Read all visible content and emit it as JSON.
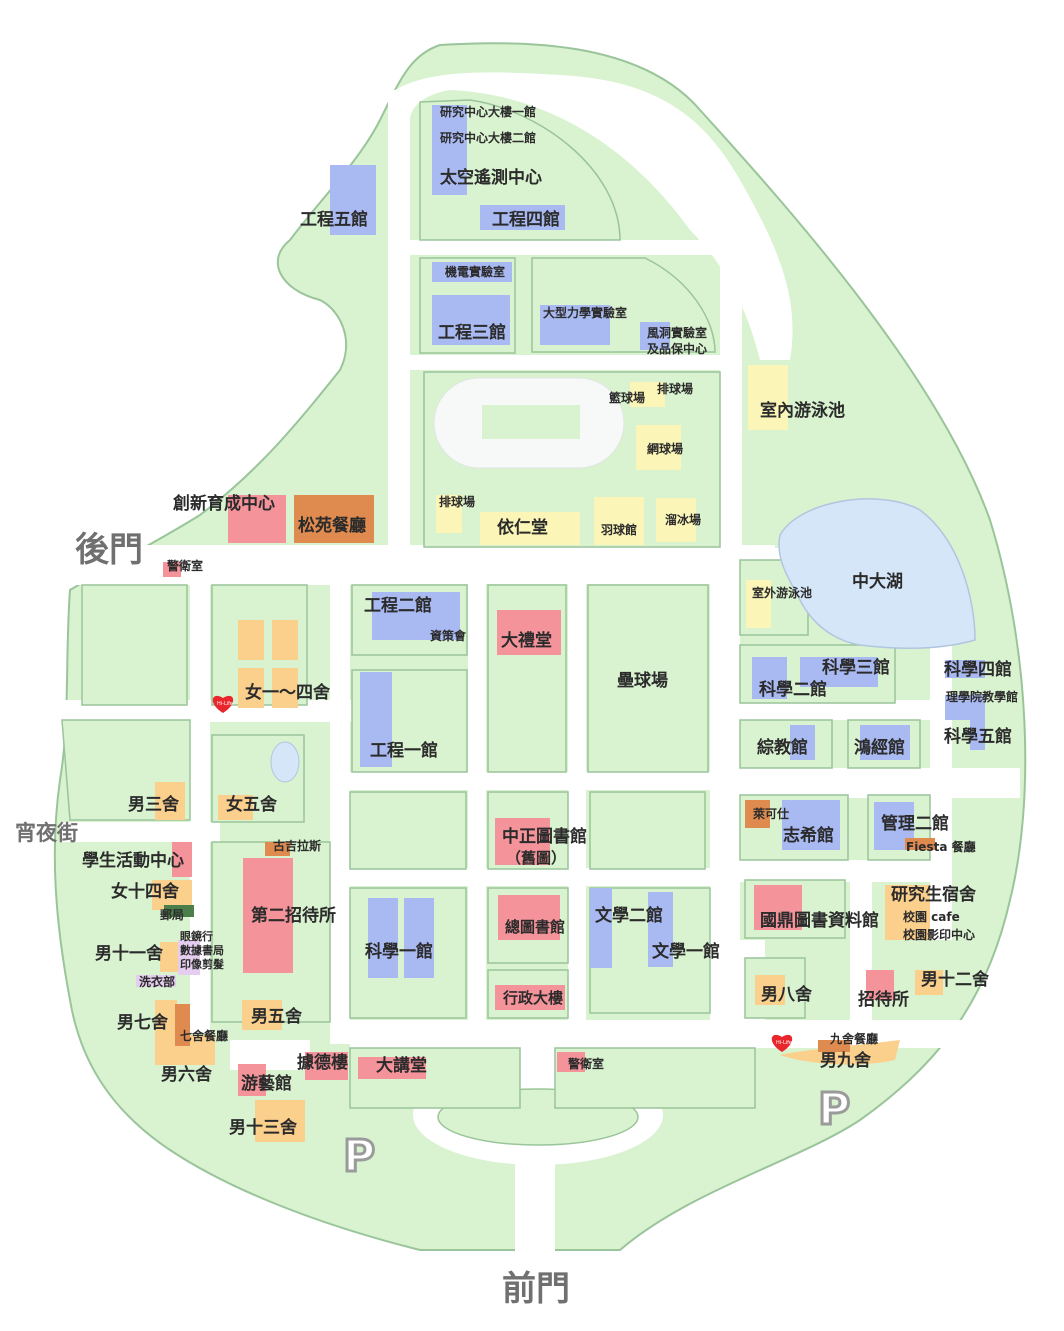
{
  "map": {
    "colors": {
      "grass": "#d9f2d0",
      "grass_border": "#9ac49a",
      "road": "#ffffff",
      "lake": "#d5e6f8",
      "academic": "#a9b9f2",
      "administrative": "#f5939a",
      "dormitory": "#fbcf8c",
      "sports": "#fbf5b8",
      "dining": "#df8a4f",
      "service": "#e4cdee",
      "post": "#4c7e4c",
      "hilife": "#e8262c",
      "gate_text": "#707070"
    },
    "gates": {
      "back": "後門",
      "front": "前門",
      "night_market": "宵夜街"
    },
    "parking": [
      "P",
      "P"
    ],
    "hilife_logo": "Hi-Life",
    "labels": {
      "research1": "研究中心大樓一館",
      "research2": "研究中心大樓二館",
      "space": "太空遙測中心",
      "eng5": "工程五館",
      "eng4": "工程四館",
      "mech_lab": "機電實驗室",
      "eng3": "工程三館",
      "mech_lab2": "大型力學實驗室",
      "wind_lab": "風洞實驗室",
      "wind_lab2": "及品保中心",
      "volleyball1": "排球場",
      "basketball": "籃球場",
      "tennis": "網球場",
      "indoor_pool": "室內游泳池",
      "volleyball2": "排球場",
      "yiren": "依仁堂",
      "badminton": "羽球館",
      "skating": "溜冰場",
      "innovation": "創新育成中心",
      "songyuan": "松苑餐廳",
      "guard1": "警衛室",
      "eng2": "工程二館",
      "zicehui": "資策會",
      "auditorium": "大禮堂",
      "baseball": "壘球場",
      "outdoor_pool": "室外游泳池",
      "lake": "中大湖",
      "girls1_4": "女一～四舍",
      "eng1": "工程一館",
      "sci3": "科學三館",
      "sci2": "科學二館",
      "sci4": "科學四館",
      "sci_teach": "理學院教學館",
      "sci5": "科學五館",
      "zongjiao": "綜教館",
      "hongjing": "鴻經館",
      "boys3": "男三舍",
      "girls5": "女五舍",
      "laikeshi": "萊可仕",
      "zhixi": "志希館",
      "mgmt2": "管理二館",
      "fiesta": "Fiesta 餐廳",
      "student_center": "學生活動中心",
      "gujilasi": "古吉拉斯",
      "zhongzheng1": "中正圖書館",
      "zhongzheng2": "（舊圖）",
      "girls14": "女十四舍",
      "post": "郵局",
      "guest2": "第二招待所",
      "zongtu": "總圖書館",
      "lit2": "文學二館",
      "lit1": "文學一館",
      "guoding": "國鼎圖書資料館",
      "grad_dorm": "研究生宿舍",
      "campus_cafe": "校園 cafe",
      "print_center": "校園影印中心",
      "boys11": "男十一舍",
      "glasses": "眼鏡行",
      "bookstore": "數據書局",
      "print_barber": "印像剪髮",
      "laundry": "洗衣部",
      "sci1": "科學一館",
      "admin": "行政大樓",
      "boys8": "男八舍",
      "boys12": "男十二舍",
      "guesthouse": "招待所",
      "boys7": "男七舍",
      "dining7": "七舍餐廳",
      "boys5": "男五舍",
      "dining9": "九舍餐廳",
      "boys9": "男九舍",
      "boys6": "男六舍",
      "jude": "據德樓",
      "lecture_hall": "大講堂",
      "guard2": "警衛室",
      "youyi": "游藝館",
      "boys13": "男十三舍"
    }
  }
}
